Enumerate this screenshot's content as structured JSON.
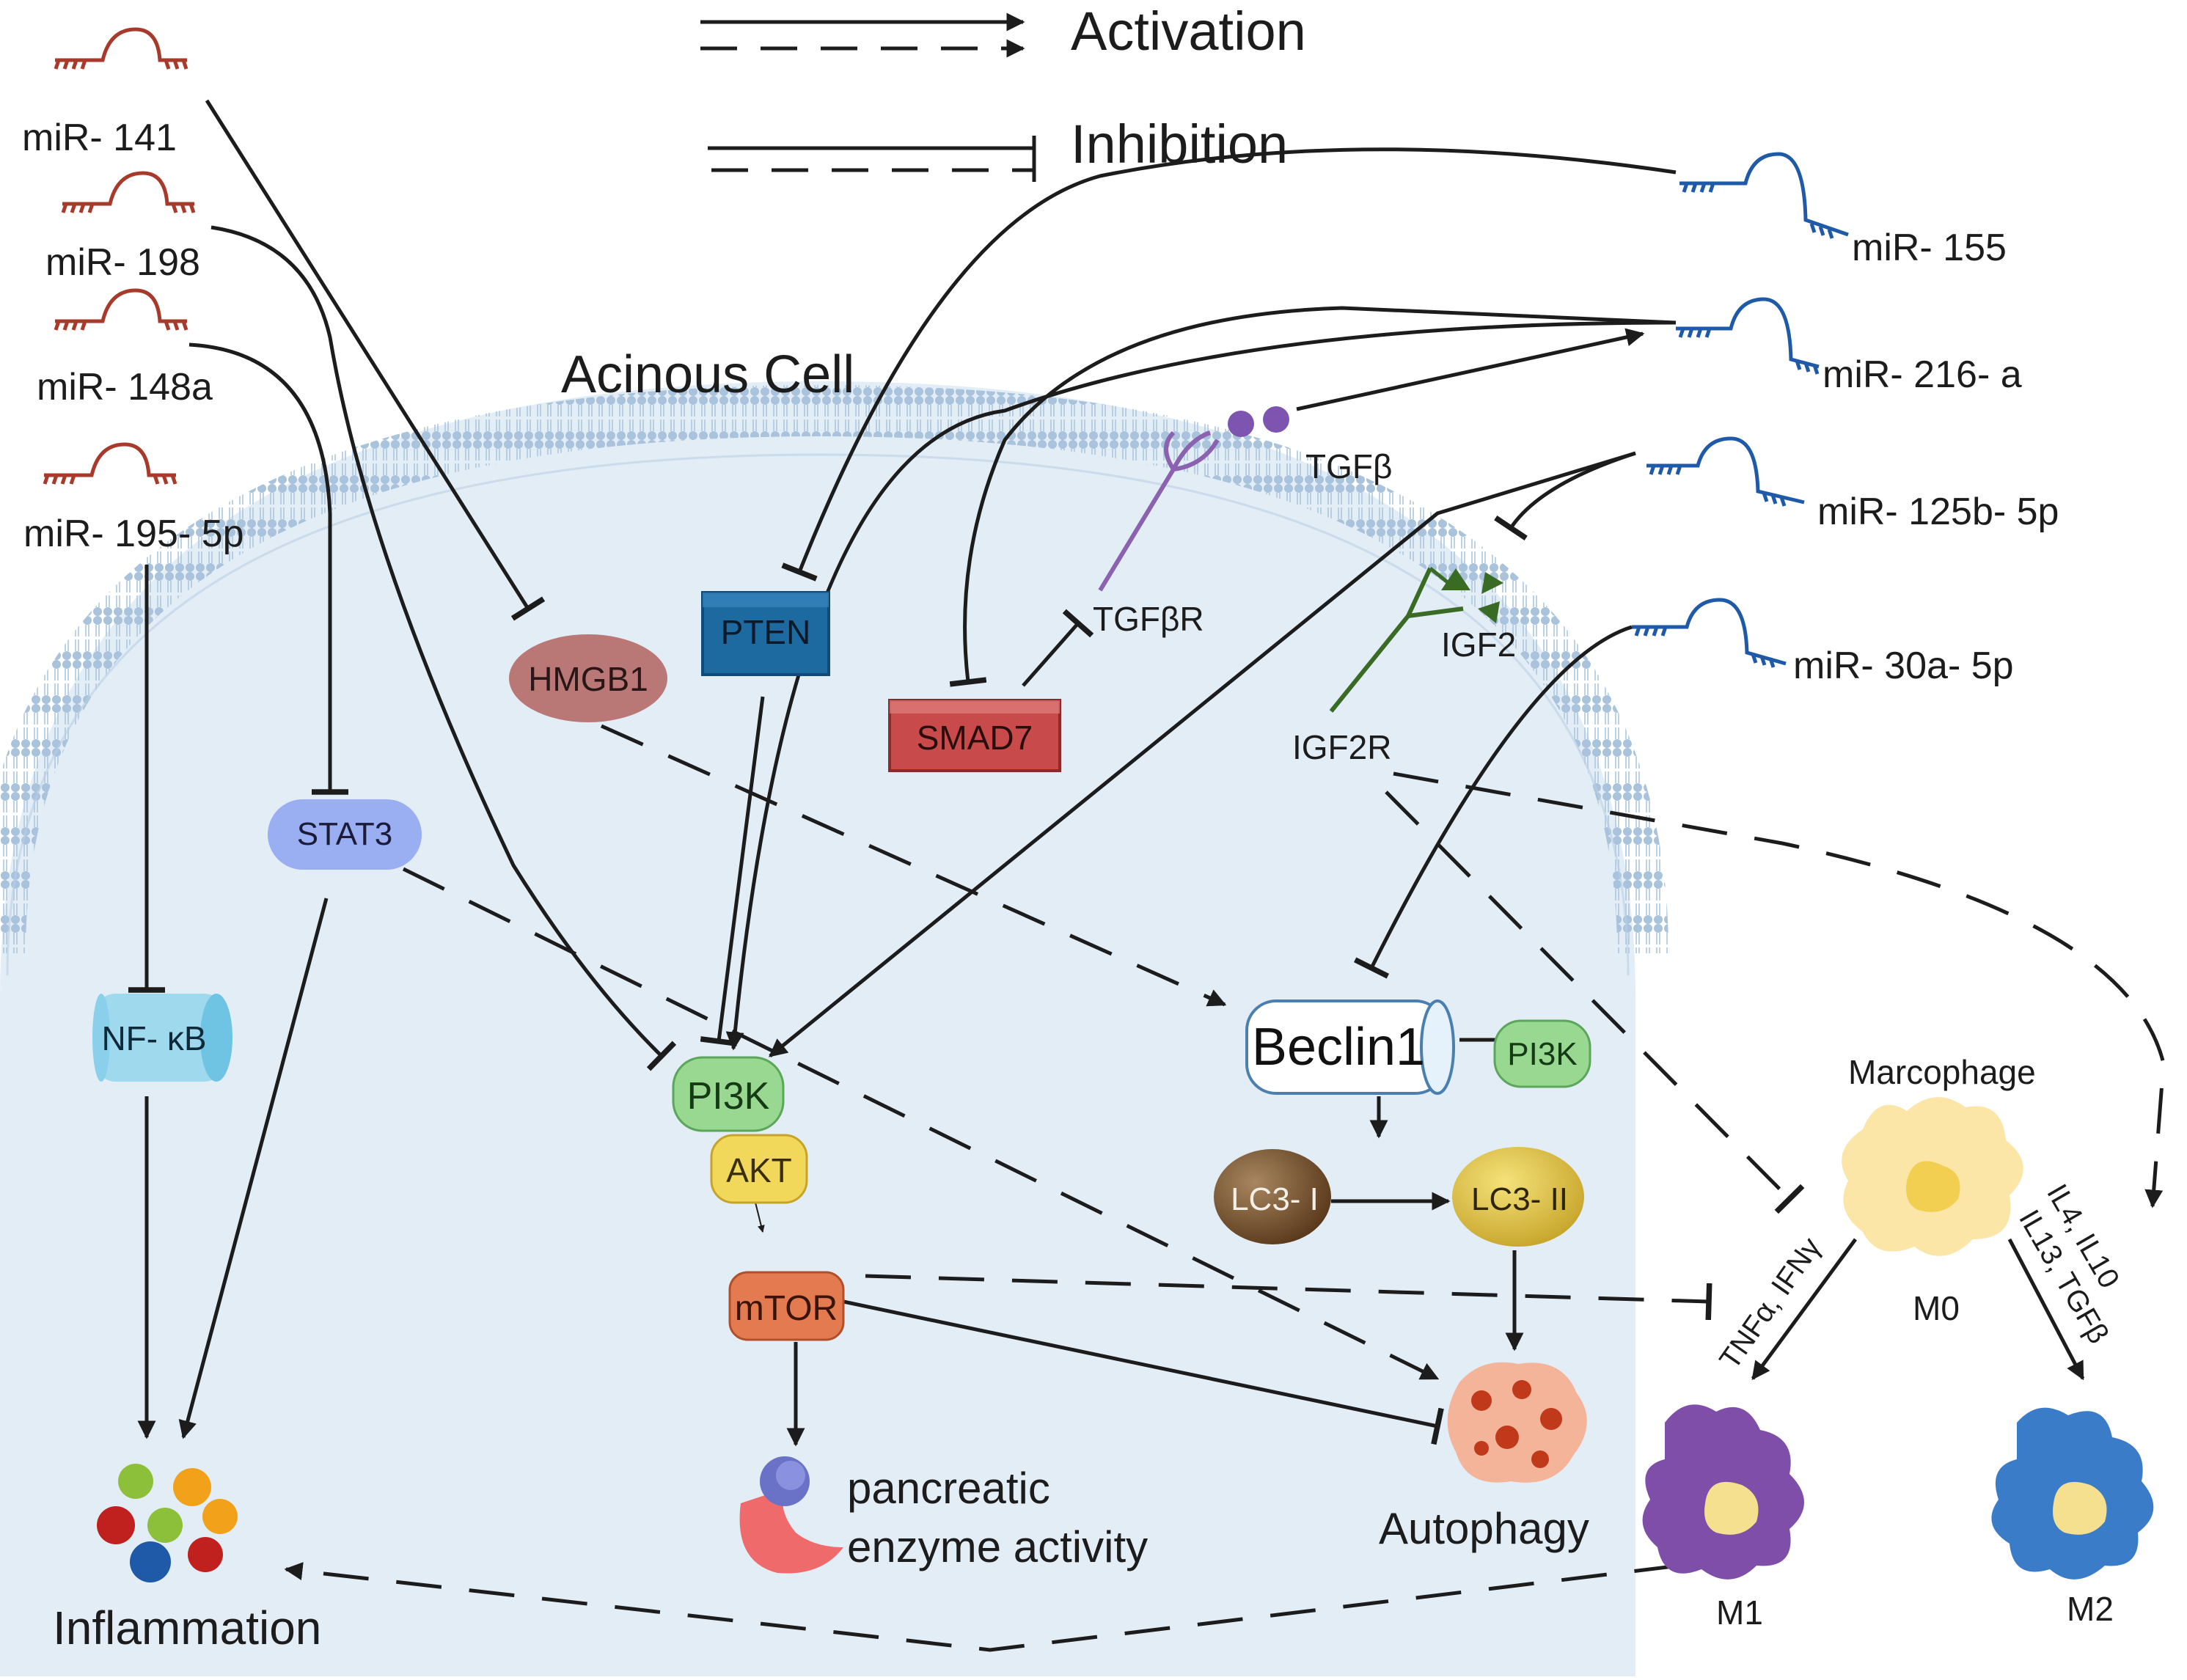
{
  "legend": {
    "activation": "Activation",
    "inhibition": "Inhibition"
  },
  "cell": {
    "title": "Acinous Cell"
  },
  "mirnas": {
    "mir141": "miR- 141",
    "mir198": "miR- 198",
    "mir148a": "miR- 148a",
    "mir195": "miR- 195- 5p",
    "mir155": "miR- 155",
    "mir216a": "miR- 216- a",
    "mir125b": "miR- 125b- 5p",
    "mir30a": "miR- 30a- 5p"
  },
  "nodes": {
    "hmgb1": "HMGB1",
    "pten": "PTEN",
    "smad7": "SMAD7",
    "stat3": "STAT3",
    "nfkb": "NF- κB",
    "pi3k": "PI3K",
    "akt": "AKT",
    "mtor": "mTOR",
    "beclin1": "Beclin1",
    "pi3k_small": "PI3K",
    "lc3i": "LC3- I",
    "lc3ii": "LC3- II",
    "tgfb": "TGFβ",
    "tgfbr": "TGFβR",
    "igf2": "IGF2",
    "igf2r": "IGF2R"
  },
  "outcomes": {
    "pancreatic_line1": "pancreatic",
    "pancreatic_line2": "enzyme activity",
    "autophagy": "Autophagy",
    "inflammation": "Inflammation"
  },
  "macrophage": {
    "title": "Marcophage",
    "m0": "M0",
    "m1": "M1",
    "m2": "M2",
    "m1_cytokines": "TNFα, IFNγ",
    "m2_cytokines_line1": "IL4, IL10",
    "m2_cytokines_line2": "IL13, TGFβ"
  },
  "colors": {
    "mirna_red": "#a83a2b",
    "mirna_blue": "#1f5aa8",
    "line": "#1c1c1c",
    "cell_fill": "#e3edf6",
    "membrane": "#9fbad6",
    "hmgb1": "#b97876",
    "pten": "#1d6aa0",
    "smad7": "#c84a4a",
    "stat3": "#9aaef2",
    "nfkb": "#9fd9ee",
    "pi3k": "#99d890",
    "akt": "#f2d85a",
    "mtor": "#e47a50",
    "lc3i": "#6b4a2a",
    "lc3ii": "#e0c440",
    "m0": "#fbe6a8",
    "m1": "#7e4ea8",
    "m2": "#3a7cc8",
    "tgfbr": "#8a62b0",
    "igf2r": "#3a6b25"
  }
}
